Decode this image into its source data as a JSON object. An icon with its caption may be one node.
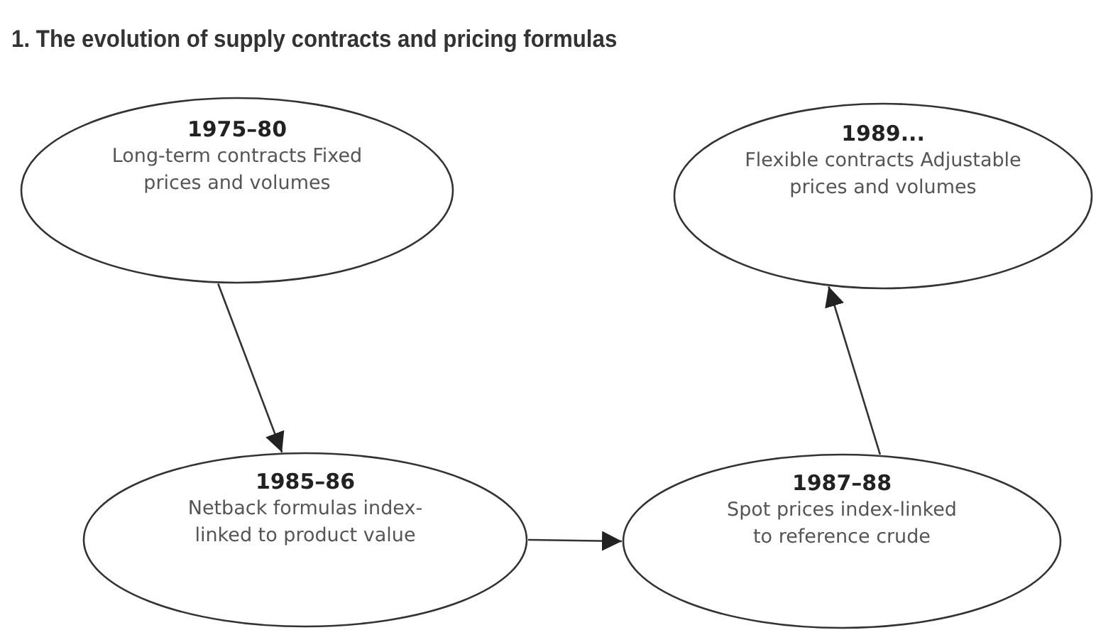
{
  "diagram": {
    "title": "1. The evolution of supply contracts and pricing formulas",
    "nodes": [
      {
        "text": [
          "1975–80",
          "Long-term contracts Fixed prices and volumes"
        ]
      },
      {
        "text": [
          "1989...",
          "Flexible contracts Adjustable prices and volumes"
        ]
      },
      {
        "text": [
          "1985–86",
          "Netback formulas index-linked to product value"
        ]
      },
      {
        "text": [
          "1987–88",
          "Spot prices index-linked to reference crude"
        ]
      }
    ],
    "edges": [
      {
        "from": 0,
        "to": 2,
        "arrow": "to"
      },
      {
        "from": 2,
        "to": 3,
        "arrow": "to"
      },
      {
        "from": 3,
        "to": 1,
        "arrow": "to"
      }
    ]
  }
}
